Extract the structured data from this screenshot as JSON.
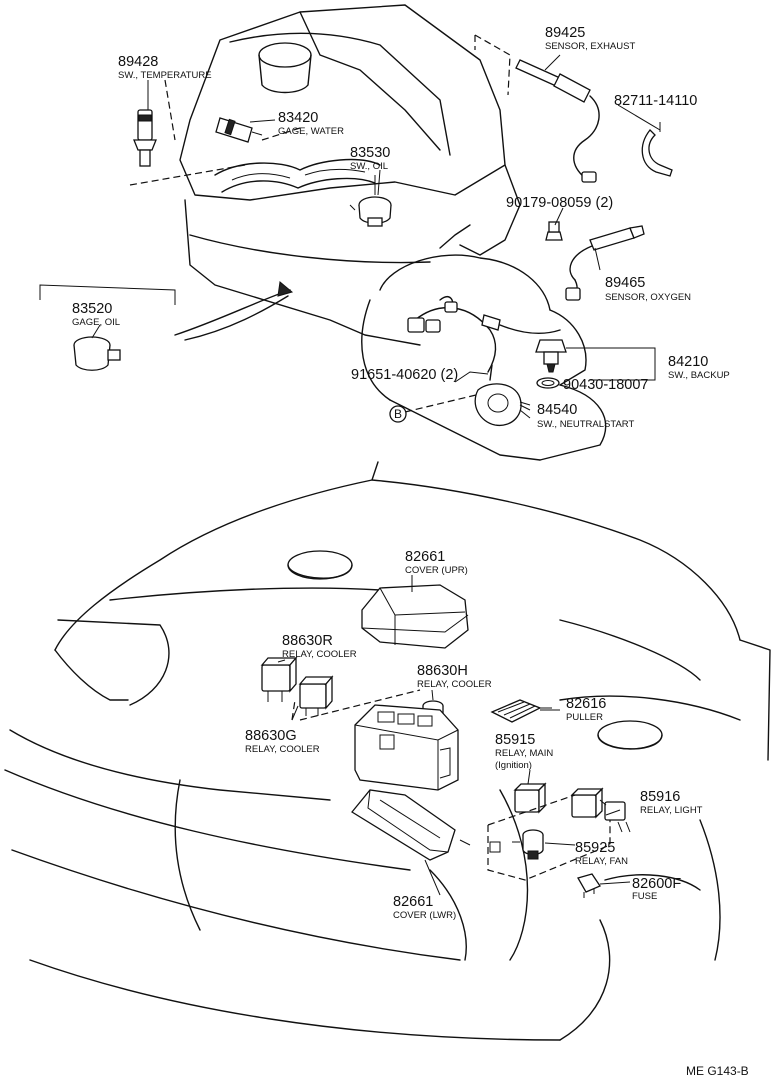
{
  "parts": [
    {
      "id": "p89428",
      "number": "89428",
      "name": "SW., TEMPERATURE"
    },
    {
      "id": "p83420",
      "number": "83420",
      "name": "GAGE, WATER"
    },
    {
      "id": "p83530",
      "number": "83530",
      "name": "SW., OIL"
    },
    {
      "id": "p89425",
      "number": "89425",
      "name": "SENSOR, EXHAUST"
    },
    {
      "id": "p82711",
      "number": "82711-14110",
      "name": ""
    },
    {
      "id": "p90179",
      "number": "90179-08059 (2)",
      "name": ""
    },
    {
      "id": "p89465",
      "number": "89465",
      "name": "SENSOR, OXYGEN"
    },
    {
      "id": "p83520",
      "number": "83520",
      "name": "GAGE, OIL"
    },
    {
      "id": "p84210",
      "number": "84210",
      "name": "SW., BACKUP"
    },
    {
      "id": "p90430",
      "number": "90430-18007",
      "name": ""
    },
    {
      "id": "p91651",
      "number": "91651-40620 (2)",
      "name": ""
    },
    {
      "id": "p84540",
      "number": "84540",
      "name": "SW., NEUTRALSTART"
    },
    {
      "id": "p82661u",
      "number": "82661",
      "name": "COVER (UPR)"
    },
    {
      "id": "p88630r",
      "number": "88630R",
      "name": "RELAY, COOLER"
    },
    {
      "id": "p88630h",
      "number": "88630H",
      "name": "RELAY, COOLER"
    },
    {
      "id": "p88630g",
      "number": "88630G",
      "name": "RELAY, COOLER"
    },
    {
      "id": "p82616",
      "number": "82616",
      "name": "PULLER"
    },
    {
      "id": "p85915",
      "number": "85915",
      "name": "RELAY, MAIN",
      "note": "(Ignition)"
    },
    {
      "id": "p85916",
      "number": "85916",
      "name": "RELAY, LIGHT"
    },
    {
      "id": "p85925",
      "number": "85925",
      "name": "RELAY, FAN"
    },
    {
      "id": "p82661l",
      "number": "82661",
      "name": "COVER (LWR)"
    },
    {
      "id": "p82600f",
      "number": "82600F",
      "name": "FUSE"
    }
  ],
  "callout_marker": "B",
  "figure_code": "ME G143-B",
  "colors": {
    "ink": "#111111",
    "paper": "#ffffff"
  }
}
